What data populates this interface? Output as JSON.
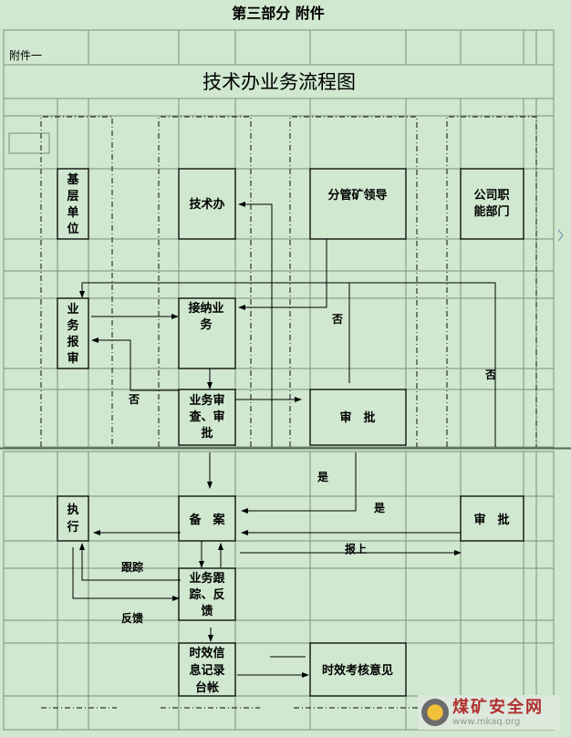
{
  "header": {
    "title": "第三部分      附件",
    "attachment": "附件一",
    "chart_title": "技术办业务流程图"
  },
  "nodes": {
    "grassroots": [
      "基",
      "层",
      "单",
      "位"
    ],
    "tech_office": "技术办",
    "mine_leader": "分管矿领导",
    "company_dept": [
      "公司职",
      "能部门"
    ],
    "business_report": [
      "业",
      "务",
      "报",
      "审"
    ],
    "accept_business": [
      "接纳业",
      "务"
    ],
    "business_review": [
      "业务审",
      "查、审",
      "批"
    ],
    "approve1": "审　批",
    "execute": [
      "执",
      "行"
    ],
    "record": "备　案",
    "approve2": "审　批",
    "tracking": [
      "业务跟",
      "踪、反",
      "馈"
    ],
    "ledger": [
      "时效信",
      "息记录",
      "台帐"
    ],
    "assessment": "时效考核意见"
  },
  "labels": {
    "no1": "否",
    "no2": "否",
    "no3": "否",
    "yes1": "是",
    "yes2": "是",
    "report_up": "报上",
    "track": "跟踪",
    "feedback": "反馈"
  },
  "watermark": {
    "name": "煤矿安全网",
    "url": "www.mkaq.org"
  }
}
